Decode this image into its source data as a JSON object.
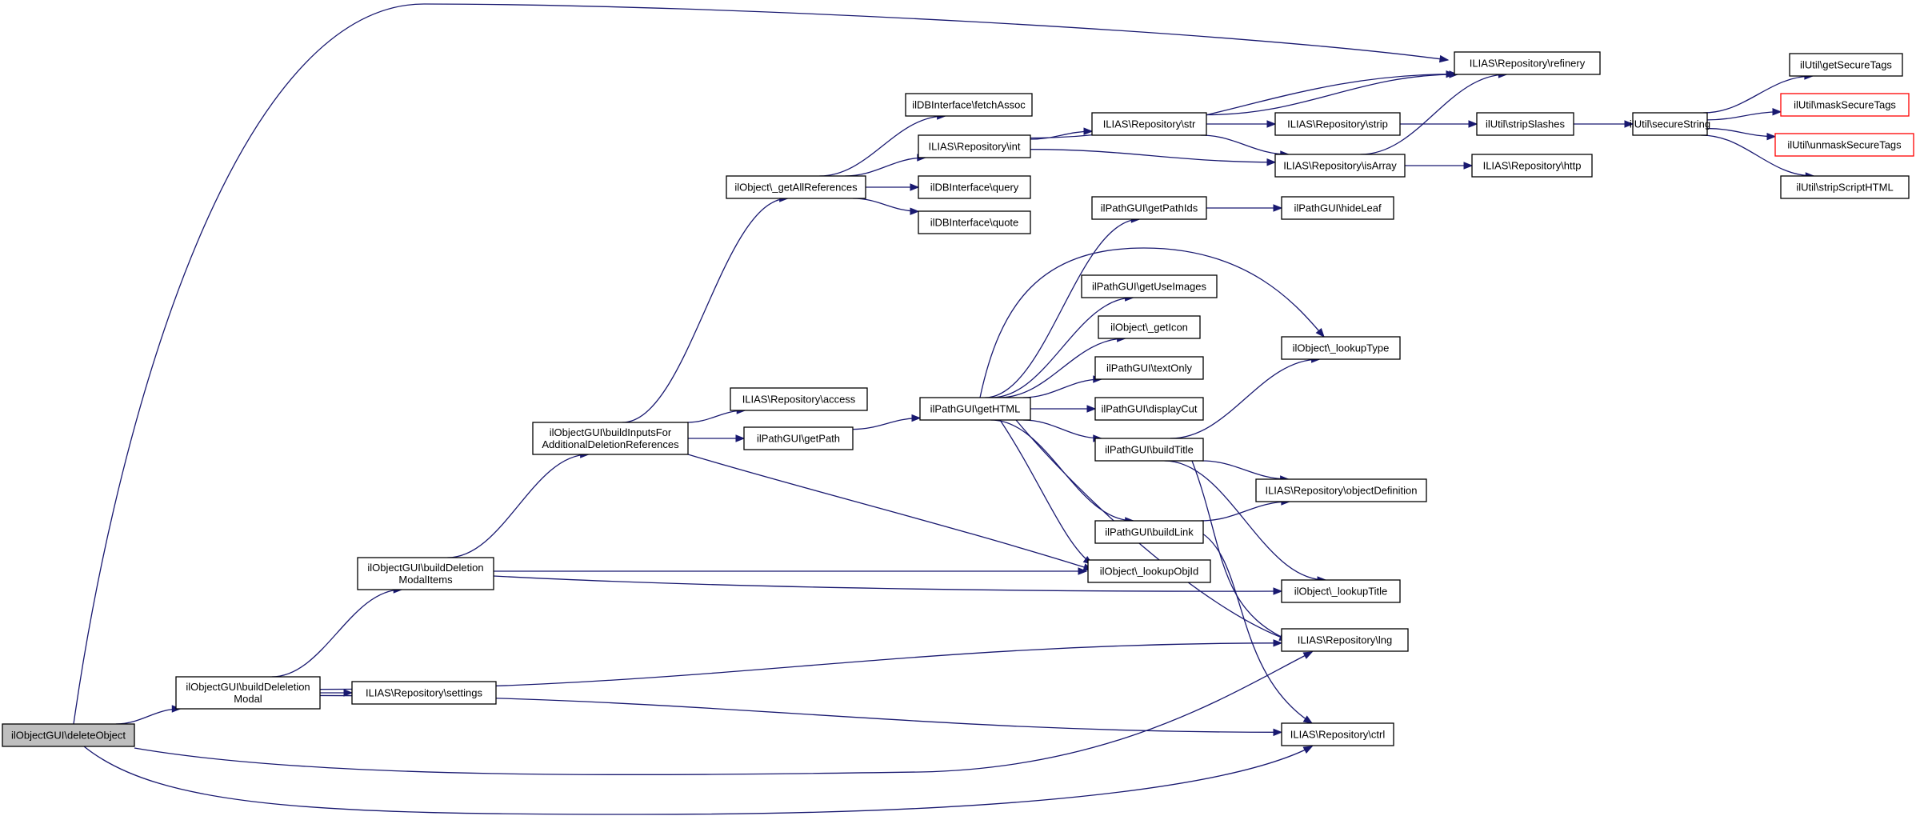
{
  "colors": {
    "edge": "#191970",
    "root_fill": "#bfbfbf",
    "truncated_border": "#ff0000",
    "border": "#000000"
  },
  "nodes": [
    {
      "id": "n0",
      "lines": [
        "ilObjectGUI\\deleteObject"
      ],
      "style": "root"
    },
    {
      "id": "n1",
      "lines": [
        "ilObjectGUI\\buildDeleletion",
        "Modal"
      ]
    },
    {
      "id": "n2",
      "lines": [
        "ILIAS\\Repository\\settings"
      ]
    },
    {
      "id": "n3",
      "lines": [
        "ilObjectGUI\\buildDeletion",
        "ModalItems"
      ]
    },
    {
      "id": "n4",
      "lines": [
        "ilObjectGUI\\buildInputsFor",
        "AdditionalDeletionReferences"
      ]
    },
    {
      "id": "n5",
      "lines": [
        "ilObject\\_getAllReferences"
      ]
    },
    {
      "id": "n6",
      "lines": [
        "ilDBInterface\\fetchAssoc"
      ]
    },
    {
      "id": "n7",
      "lines": [
        "ILIAS\\Repository\\int"
      ]
    },
    {
      "id": "n8",
      "lines": [
        "ilDBInterface\\query"
      ]
    },
    {
      "id": "n9",
      "lines": [
        "ilDBInterface\\quote"
      ]
    },
    {
      "id": "n10",
      "lines": [
        "ILIAS\\Repository\\access"
      ]
    },
    {
      "id": "n11",
      "lines": [
        "ilPathGUI\\getPath"
      ]
    },
    {
      "id": "n12",
      "lines": [
        "ilPathGUI\\getHTML"
      ]
    },
    {
      "id": "n13",
      "lines": [
        "ILIAS\\Repository\\str"
      ]
    },
    {
      "id": "n14",
      "lines": [
        "ILIAS\\Repository\\strip"
      ]
    },
    {
      "id": "n15",
      "lines": [
        "ILIAS\\Repository\\isArray"
      ]
    },
    {
      "id": "n16",
      "lines": [
        "ILIAS\\Repository\\refinery"
      ]
    },
    {
      "id": "n17",
      "lines": [
        "ilUtil\\stripSlashes"
      ]
    },
    {
      "id": "n18",
      "lines": [
        "ILIAS\\Repository\\http"
      ]
    },
    {
      "id": "n19",
      "lines": [
        "ilUtil\\secureString"
      ]
    },
    {
      "id": "n20",
      "lines": [
        "ilUtil\\getSecureTags"
      ]
    },
    {
      "id": "n21",
      "lines": [
        "ilUtil\\maskSecureTags"
      ],
      "style": "red"
    },
    {
      "id": "n22",
      "lines": [
        "ilUtil\\unmaskSecureTags"
      ],
      "style": "red"
    },
    {
      "id": "n23",
      "lines": [
        "ilUtil\\stripScriptHTML"
      ]
    },
    {
      "id": "n24",
      "lines": [
        "ilPathGUI\\getPathIds"
      ]
    },
    {
      "id": "n25",
      "lines": [
        "ilPathGUI\\hideLeaf"
      ]
    },
    {
      "id": "n26",
      "lines": [
        "ilPathGUI\\getUseImages"
      ]
    },
    {
      "id": "n27",
      "lines": [
        "ilObject\\_getIcon"
      ]
    },
    {
      "id": "n28",
      "lines": [
        "ilPathGUI\\textOnly"
      ]
    },
    {
      "id": "n29",
      "lines": [
        "ilPathGUI\\displayCut"
      ]
    },
    {
      "id": "n30",
      "lines": [
        "ilPathGUI\\buildTitle"
      ]
    },
    {
      "id": "n31",
      "lines": [
        "ilPathGUI\\buildLink"
      ]
    },
    {
      "id": "n32",
      "lines": [
        "ilObject\\_lookupObjId"
      ]
    },
    {
      "id": "n33",
      "lines": [
        "ilObject\\_lookupType"
      ]
    },
    {
      "id": "n34",
      "lines": [
        "ILIAS\\Repository\\objectDefinition"
      ]
    },
    {
      "id": "n35",
      "lines": [
        "ilObject\\_lookupTitle"
      ]
    },
    {
      "id": "n36",
      "lines": [
        "ILIAS\\Repository\\lng"
      ]
    },
    {
      "id": "n37",
      "lines": [
        "ILIAS\\Repository\\ctrl"
      ]
    }
  ],
  "edges": [
    [
      "n0",
      "n1"
    ],
    [
      "n0",
      "n16"
    ],
    [
      "n0",
      "n36"
    ],
    [
      "n0",
      "n37"
    ],
    [
      "n1",
      "n2"
    ],
    [
      "n1",
      "n3"
    ],
    [
      "n1",
      "n36"
    ],
    [
      "n1",
      "n37"
    ],
    [
      "n3",
      "n4"
    ],
    [
      "n3",
      "n32"
    ],
    [
      "n3",
      "n35"
    ],
    [
      "n4",
      "n5"
    ],
    [
      "n4",
      "n10"
    ],
    [
      "n4",
      "n11"
    ],
    [
      "n4",
      "n32"
    ],
    [
      "n5",
      "n6"
    ],
    [
      "n5",
      "n7"
    ],
    [
      "n5",
      "n8"
    ],
    [
      "n5",
      "n9"
    ],
    [
      "n7",
      "n13"
    ],
    [
      "n7",
      "n15"
    ],
    [
      "n7",
      "n16"
    ],
    [
      "n13",
      "n14"
    ],
    [
      "n13",
      "n15"
    ],
    [
      "n13",
      "n16"
    ],
    [
      "n14",
      "n17"
    ],
    [
      "n15",
      "n16"
    ],
    [
      "n15",
      "n18"
    ],
    [
      "n17",
      "n19"
    ],
    [
      "n19",
      "n20"
    ],
    [
      "n19",
      "n21"
    ],
    [
      "n19",
      "n22"
    ],
    [
      "n19",
      "n23"
    ],
    [
      "n11",
      "n12"
    ],
    [
      "n12",
      "n24"
    ],
    [
      "n12",
      "n26"
    ],
    [
      "n12",
      "n27"
    ],
    [
      "n12",
      "n28"
    ],
    [
      "n12",
      "n29"
    ],
    [
      "n12",
      "n30"
    ],
    [
      "n12",
      "n31"
    ],
    [
      "n12",
      "n32"
    ],
    [
      "n12",
      "n33"
    ],
    [
      "n12",
      "n36"
    ],
    [
      "n24",
      "n25"
    ],
    [
      "n30",
      "n33"
    ],
    [
      "n30",
      "n34"
    ],
    [
      "n30",
      "n35"
    ],
    [
      "n30",
      "n36"
    ],
    [
      "n31",
      "n34"
    ],
    [
      "n31",
      "n37"
    ]
  ]
}
